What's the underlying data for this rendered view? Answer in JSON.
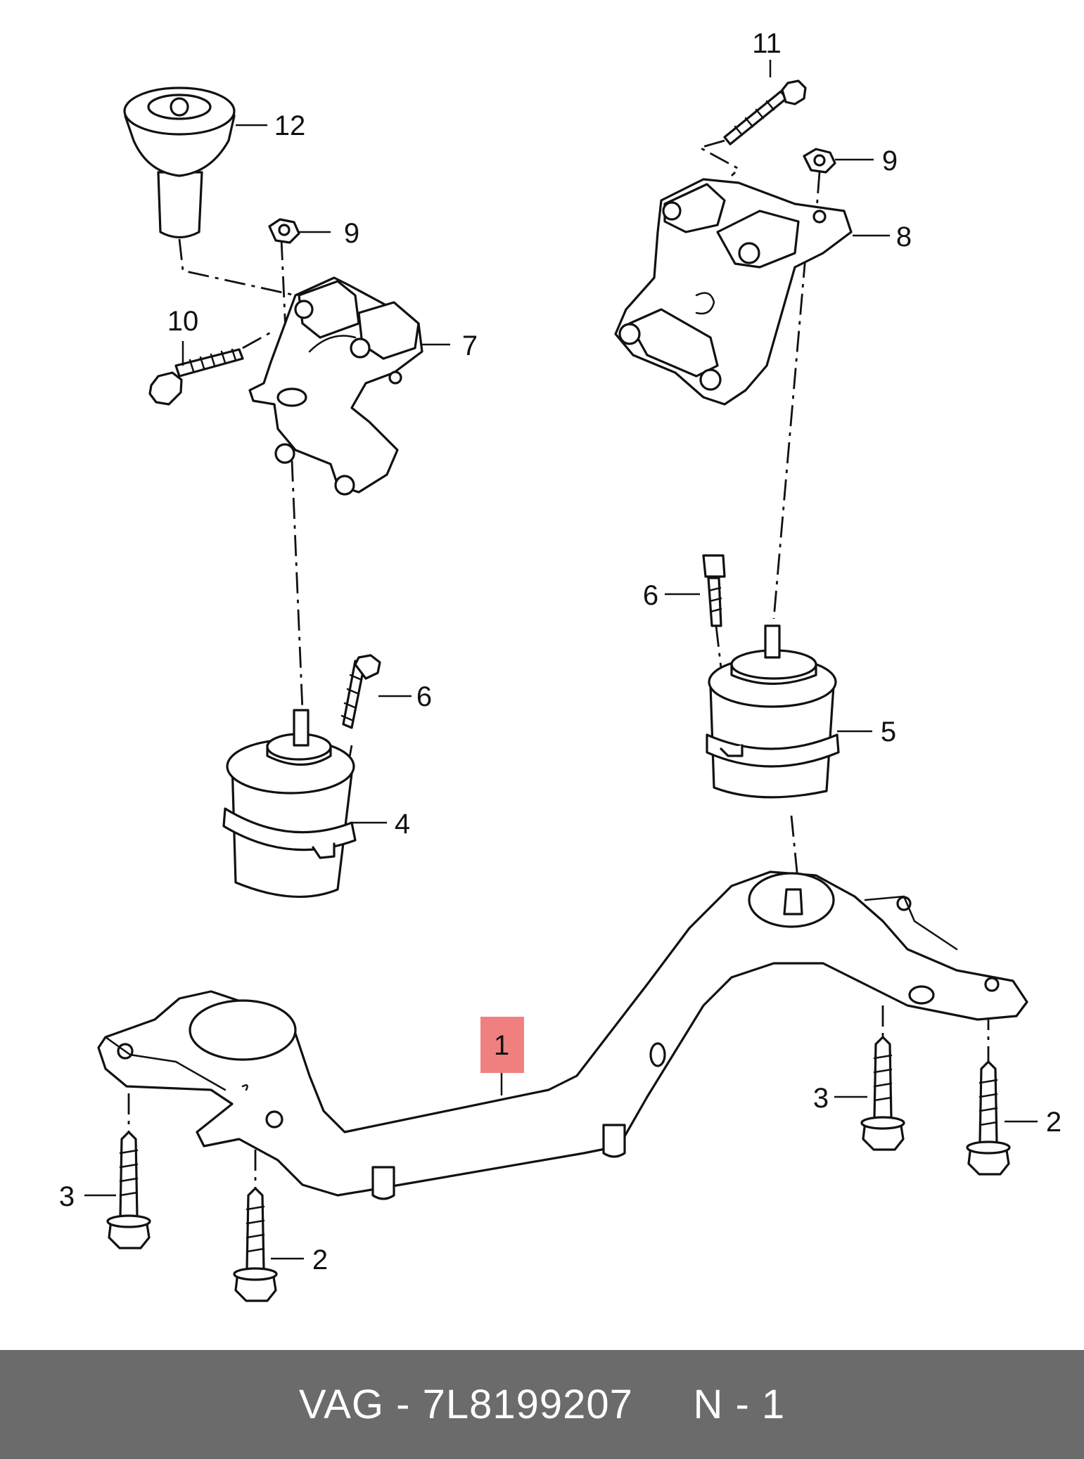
{
  "diagram": {
    "callouts": {
      "c1": "1",
      "c2a": "2",
      "c2b": "2",
      "c3a": "3",
      "c3b": "3",
      "c4": "4",
      "c5": "5",
      "c6a": "6",
      "c6b": "6",
      "c7": "7",
      "c8": "8",
      "c9a": "9",
      "c9b": "9",
      "c10": "10",
      "c11": "11",
      "c12": "12"
    },
    "highlight_color": "#f08080"
  },
  "footer": {
    "text": "VAG - 7L8199207     N - 1",
    "background": "#6b6b6b"
  }
}
